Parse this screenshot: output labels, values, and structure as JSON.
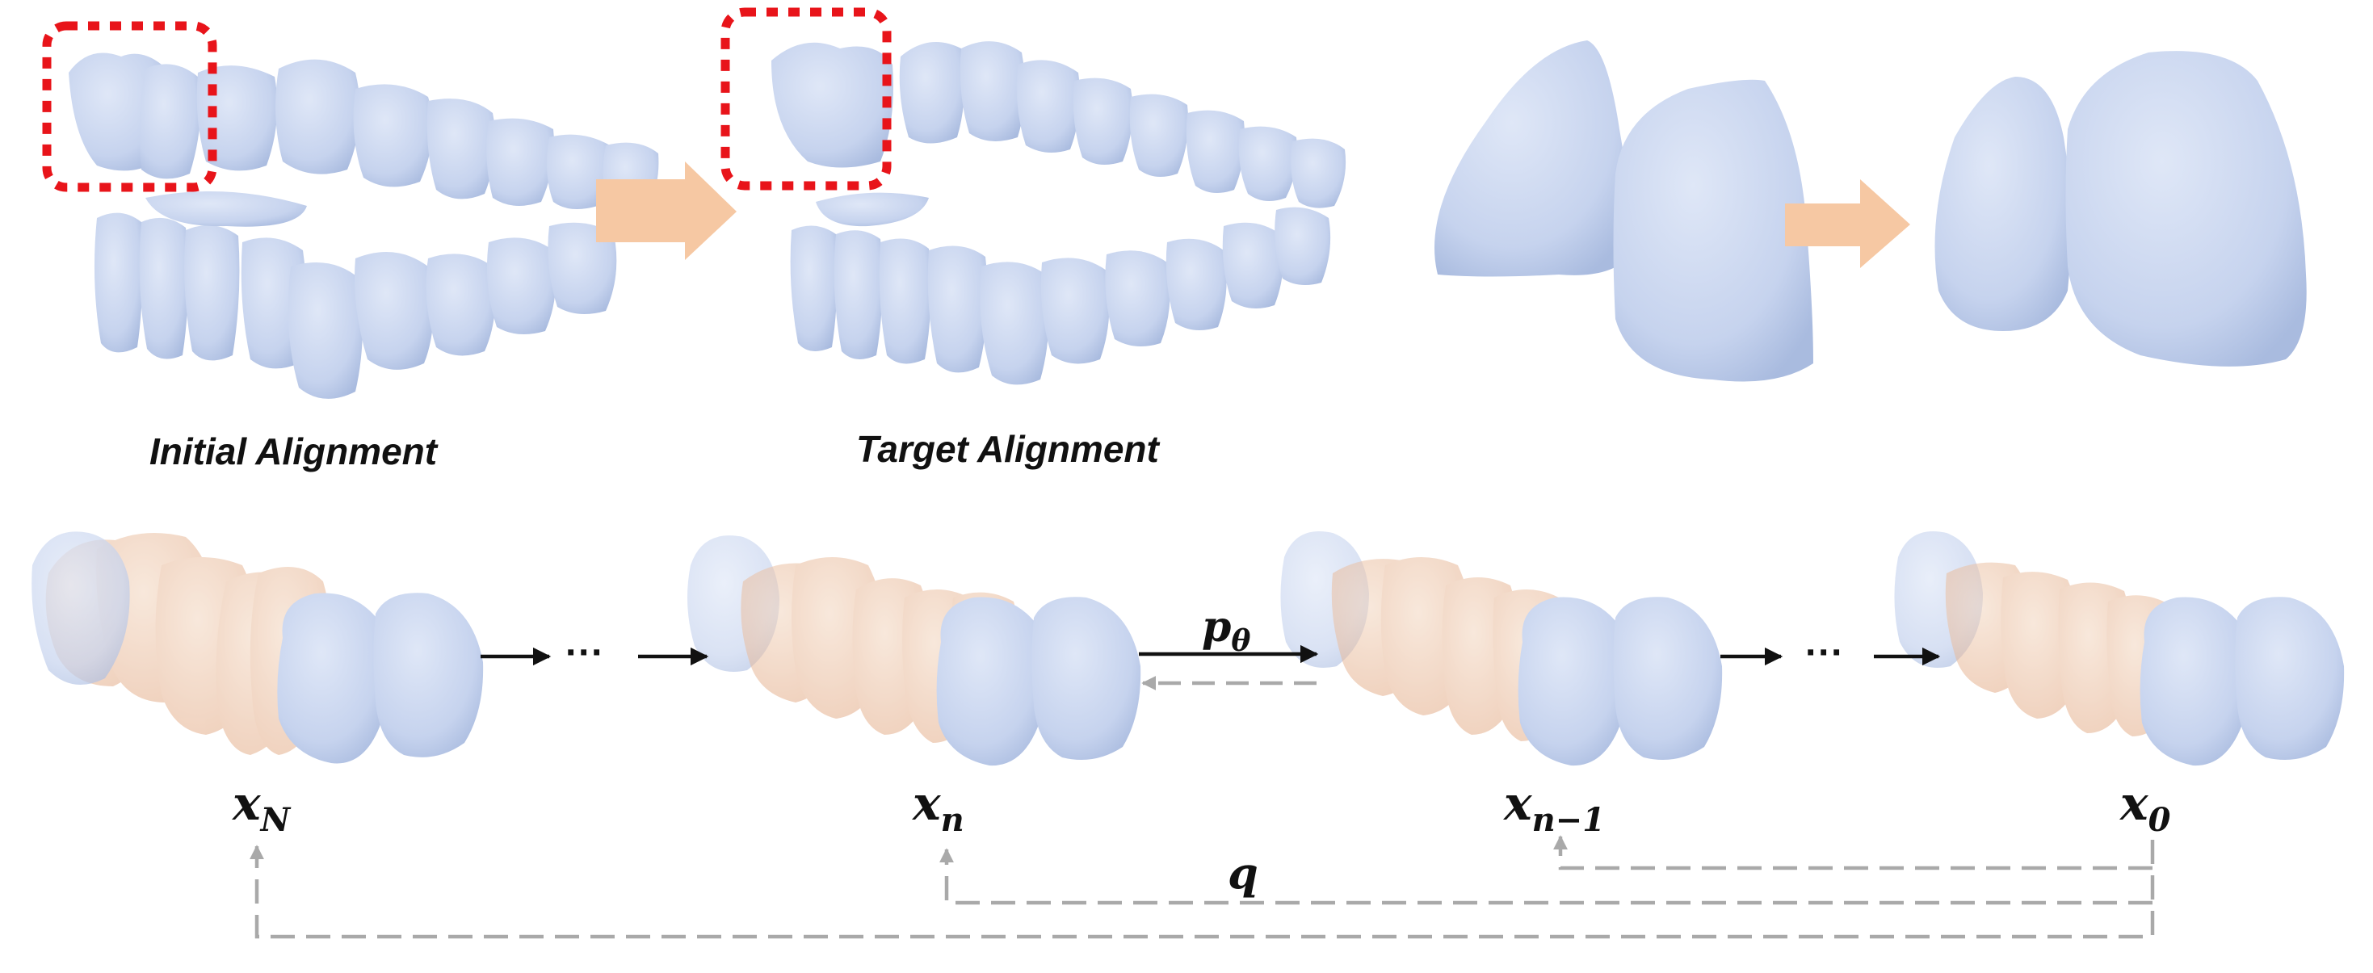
{
  "colors": {
    "tooth_blue": "#c9d6ef",
    "tooth_blue_dark": "#9fb1d8",
    "tooth_orange": "#eec4a3",
    "arrow_peach": "#f6c8a3",
    "highlight_red": "#e8141a",
    "arrow_black": "#111111",
    "dashed_gray": "#a9a9a9"
  },
  "top_row": {
    "initial_caption": "Initial Alignment",
    "target_caption": "Target Alignment",
    "transition_icon": "right-arrow-icon"
  },
  "diffusion_row": {
    "ellipsis_1": "···",
    "ellipsis_2": "···",
    "reverse_process": {
      "symbol": "p",
      "subscript": "θ"
    },
    "forward_process": {
      "symbol": "q"
    },
    "states": [
      {
        "symbol": "x",
        "subscript": "N"
      },
      {
        "symbol": "x",
        "subscript": "n"
      },
      {
        "symbol": "x",
        "subscript": "n−1"
      },
      {
        "symbol": "x",
        "subscript": "0"
      }
    ]
  }
}
